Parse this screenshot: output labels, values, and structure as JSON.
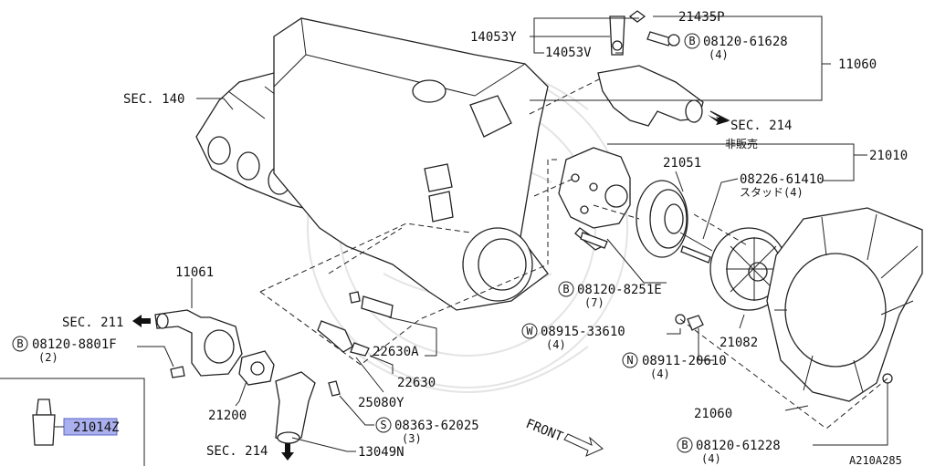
{
  "labels": {
    "sec140": "SEC. 140",
    "p14053y": "14053Y",
    "p14053v": "14053V",
    "p21435p": "21435P",
    "b08120_61628": "08120-61628",
    "q4a": "(4)",
    "p11060": "11060",
    "sec214_top": "SEC. 214",
    "hihanbai": "非販売",
    "p21010": "21010",
    "p21051": "21051",
    "s08226_61410": "08226-61410",
    "stud4": "スタッド(4)",
    "p11061": "11061",
    "b08120_8251e": "08120-8251E",
    "q7": "(7)",
    "sec211": "SEC. 211",
    "b08120_8801f": "08120-8801F",
    "q2": "(2)",
    "p22630a": "22630A",
    "p22630": "22630",
    "w08915_33610": "08915-33610",
    "q4b": "(4)",
    "p21082": "21082",
    "n08911_20610": "08911-20610",
    "q4c": "(4)",
    "p25080y": "25080Y",
    "p21200": "21200",
    "s08363_62025": "08363-62025",
    "q3": "(3)",
    "p21060": "21060",
    "front": "FRONT",
    "sec214_bot": "SEC. 214",
    "p13049n": "13049N",
    "b08120_61228": "08120-61228",
    "q4d": "(4)",
    "p21014z": "21014Z",
    "code": "A210A285"
  },
  "symbols": {
    "B": "B",
    "W": "W",
    "N": "N",
    "S": "S"
  },
  "colors": {
    "highlight": "#aab0ee",
    "ink": "#222222"
  }
}
